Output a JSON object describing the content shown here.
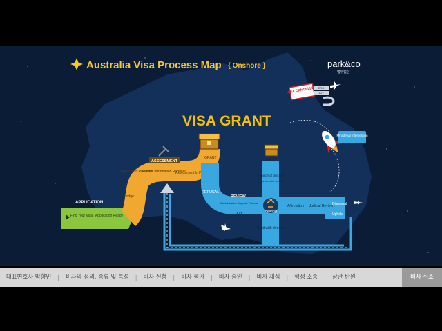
{
  "header": {
    "title": "Australia Visa Process Map",
    "title_suffix": "{ Onshore }",
    "logo_text": "park&co",
    "logo_sub": "법무법인"
  },
  "colors": {
    "background": "#0b1d36",
    "continent": "#12305a",
    "green": "#8cc63f",
    "orange": "#f0a830",
    "blue": "#3aa8e0",
    "title_yellow": "#f7c531",
    "grant_yellow": "#f5c000"
  },
  "diagram": {
    "visa_grant": "VISA GRANT",
    "visa_cancelled": "VISA CANCELLED",
    "sign_top": "ERO",
    "sign_bottom": "AAT",
    "ministerial": "Ministerial Intervention",
    "application_label": "APPLICATION",
    "find_visa": "Find Your Visa",
    "application_ready": "Application Ready",
    "lodge": "Lodge",
    "assessment_label": "ASSESSMENT",
    "application_received": "Application Received",
    "further_info": "Further Information Required",
    "assessment_in_process": "Assessment In Process",
    "grant_left": "GRANT",
    "grant_right": "GRANT",
    "refusal": "REFUSAL",
    "review_label": "REVIEW",
    "admin_appeals": "Administrative Appeals Tribunal",
    "aat": "AAT",
    "replace_decision": "Replace of decision",
    "replace_sub": "with a favorable decision",
    "hearing": "Hearing",
    "affirmation": "Affirmation",
    "judicial_review": "Judicial Review",
    "dismissal": "Dismissal",
    "upheld": "Upheld",
    "remit": "Remit with direction"
  },
  "nav": {
    "items": [
      "대표변호사 박향민",
      "비자의 정의, 종류 및 특성",
      "비자 신청",
      "비자 평가",
      "비자 승인",
      "비자  재심",
      "행정 소송",
      "장관 탄원"
    ],
    "active": "비자 취소"
  }
}
